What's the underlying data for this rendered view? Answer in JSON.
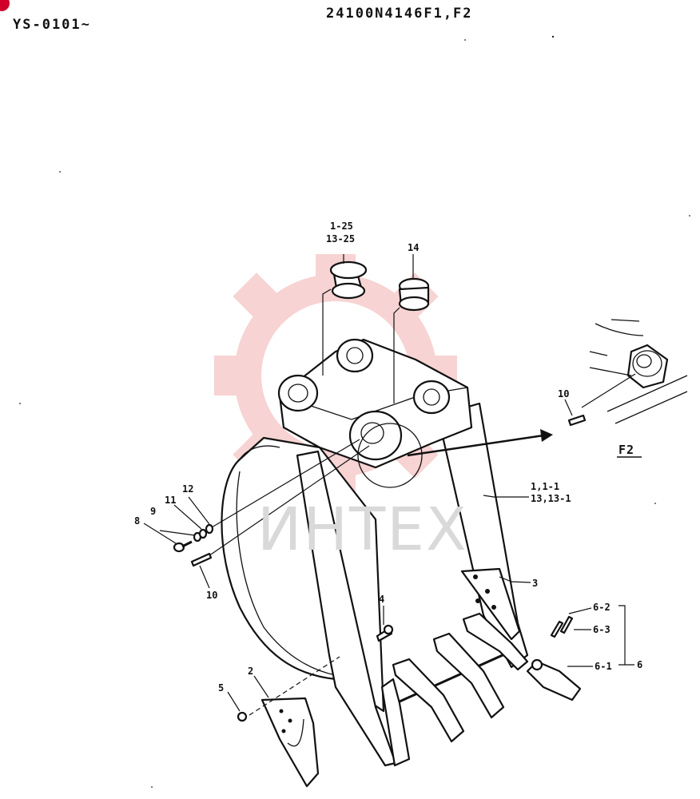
{
  "header": {
    "serial_range": "YS-0101~",
    "part_number": "24100N4146F1,F2"
  },
  "watermark": {
    "text": "ИНТЕХ",
    "gear_color": "#f3b7b7"
  },
  "callouts": {
    "bushing_a_line1": "1-25",
    "bushing_a_line2": "13-25",
    "bushing_b": "14",
    "pin_f2": "10",
    "view_label": "F2",
    "bucket_line1": "1,1-1",
    "bucket_line2": "13,13-1",
    "item_12": "12",
    "item_11": "11",
    "item_9": "9",
    "item_8": "8",
    "pin_left": "10",
    "item_3": "3",
    "item_4": "4",
    "item_6_2": "6-2",
    "item_6_3": "6-3",
    "item_6_1": "6-1",
    "item_6": "6",
    "item_5": "5",
    "item_2": "2"
  },
  "colors": {
    "ink": "#111111",
    "corner_mark": "#d0002a"
  }
}
